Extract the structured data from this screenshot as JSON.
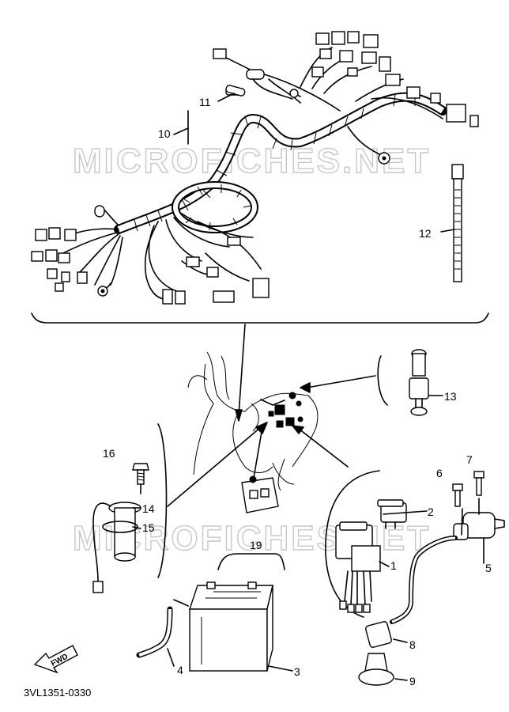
{
  "watermark_top": "MICROFICHES.NET",
  "watermark_mid": "MICROFICHES.NET",
  "diagram_code": "3VL1351-0330",
  "fwd_label": "FWD",
  "part_labels": {
    "p1": "1",
    "p2": "2",
    "p3": "3",
    "p4": "4",
    "p5": "5",
    "p6": "6",
    "p7": "7",
    "p8": "8",
    "p9": "9",
    "p10": "10",
    "p11": "11",
    "p12": "12",
    "p13": "13",
    "p14": "14",
    "p15": "15",
    "p16": "16",
    "p19": "19"
  }
}
